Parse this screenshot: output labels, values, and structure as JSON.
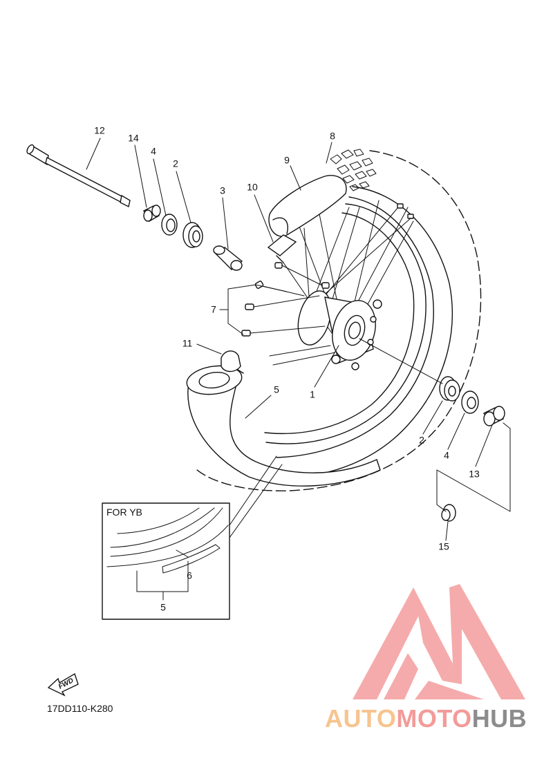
{
  "callouts": [
    {
      "num": "1"
    },
    {
      "num": "2"
    },
    {
      "num": "2"
    },
    {
      "num": "3"
    },
    {
      "num": "4"
    },
    {
      "num": "4"
    },
    {
      "num": "5"
    },
    {
      "num": "5"
    },
    {
      "num": "6"
    },
    {
      "num": "7"
    },
    {
      "num": "8"
    },
    {
      "num": "9"
    },
    {
      "num": "10"
    },
    {
      "num": "11"
    },
    {
      "num": "12"
    },
    {
      "num": "13"
    },
    {
      "num": "14"
    },
    {
      "num": "15"
    }
  ],
  "inset": {
    "title": "FOR YB"
  },
  "direction_label": "FWD",
  "diagram_code": "17DD110-K280",
  "watermark": {
    "part1": "AUTO",
    "part2": "MOTO",
    "part3": "HUB",
    "colors": {
      "auto": "#f7c48f",
      "moto": "#f39b99",
      "hub": "#8c8c8c",
      "logo": "#f5a3a3"
    }
  }
}
